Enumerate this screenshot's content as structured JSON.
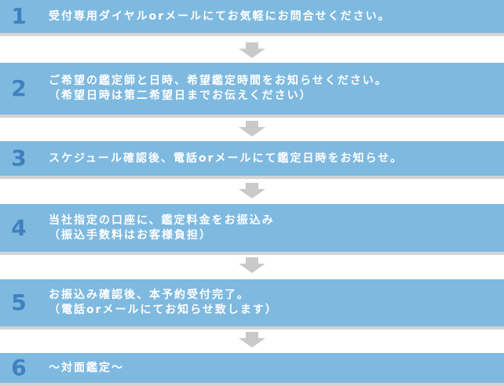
{
  "steps": [
    {
      "number": "1",
      "text": "受付専用ダイヤルorメールにてお気軽にお問合せください。"
    },
    {
      "number": "2",
      "text": "ご希望の鑑定師と日時、希望鑑定時間をお知らせください。\n（希望日時は第二希望日までお伝えください）"
    },
    {
      "number": "3",
      "text": "スケジュール確認後、電話orメールにて鑑定日時をお知らせ。"
    },
    {
      "number": "4",
      "text": "当社指定の口座に、鑑定料金をお振込み\n（振込手数料はお客様負担）"
    },
    {
      "number": "5",
      "text": "お振込み確認後、本予約受付完了。\n（電話orメールにてお知らせ致します）"
    },
    {
      "number": "6",
      "text": "～対面鑑定～"
    }
  ],
  "colors": {
    "box": "#7eb9e0",
    "number": "#3f80c0",
    "text": "#ffffff",
    "arrow": "#c9c9c9"
  }
}
